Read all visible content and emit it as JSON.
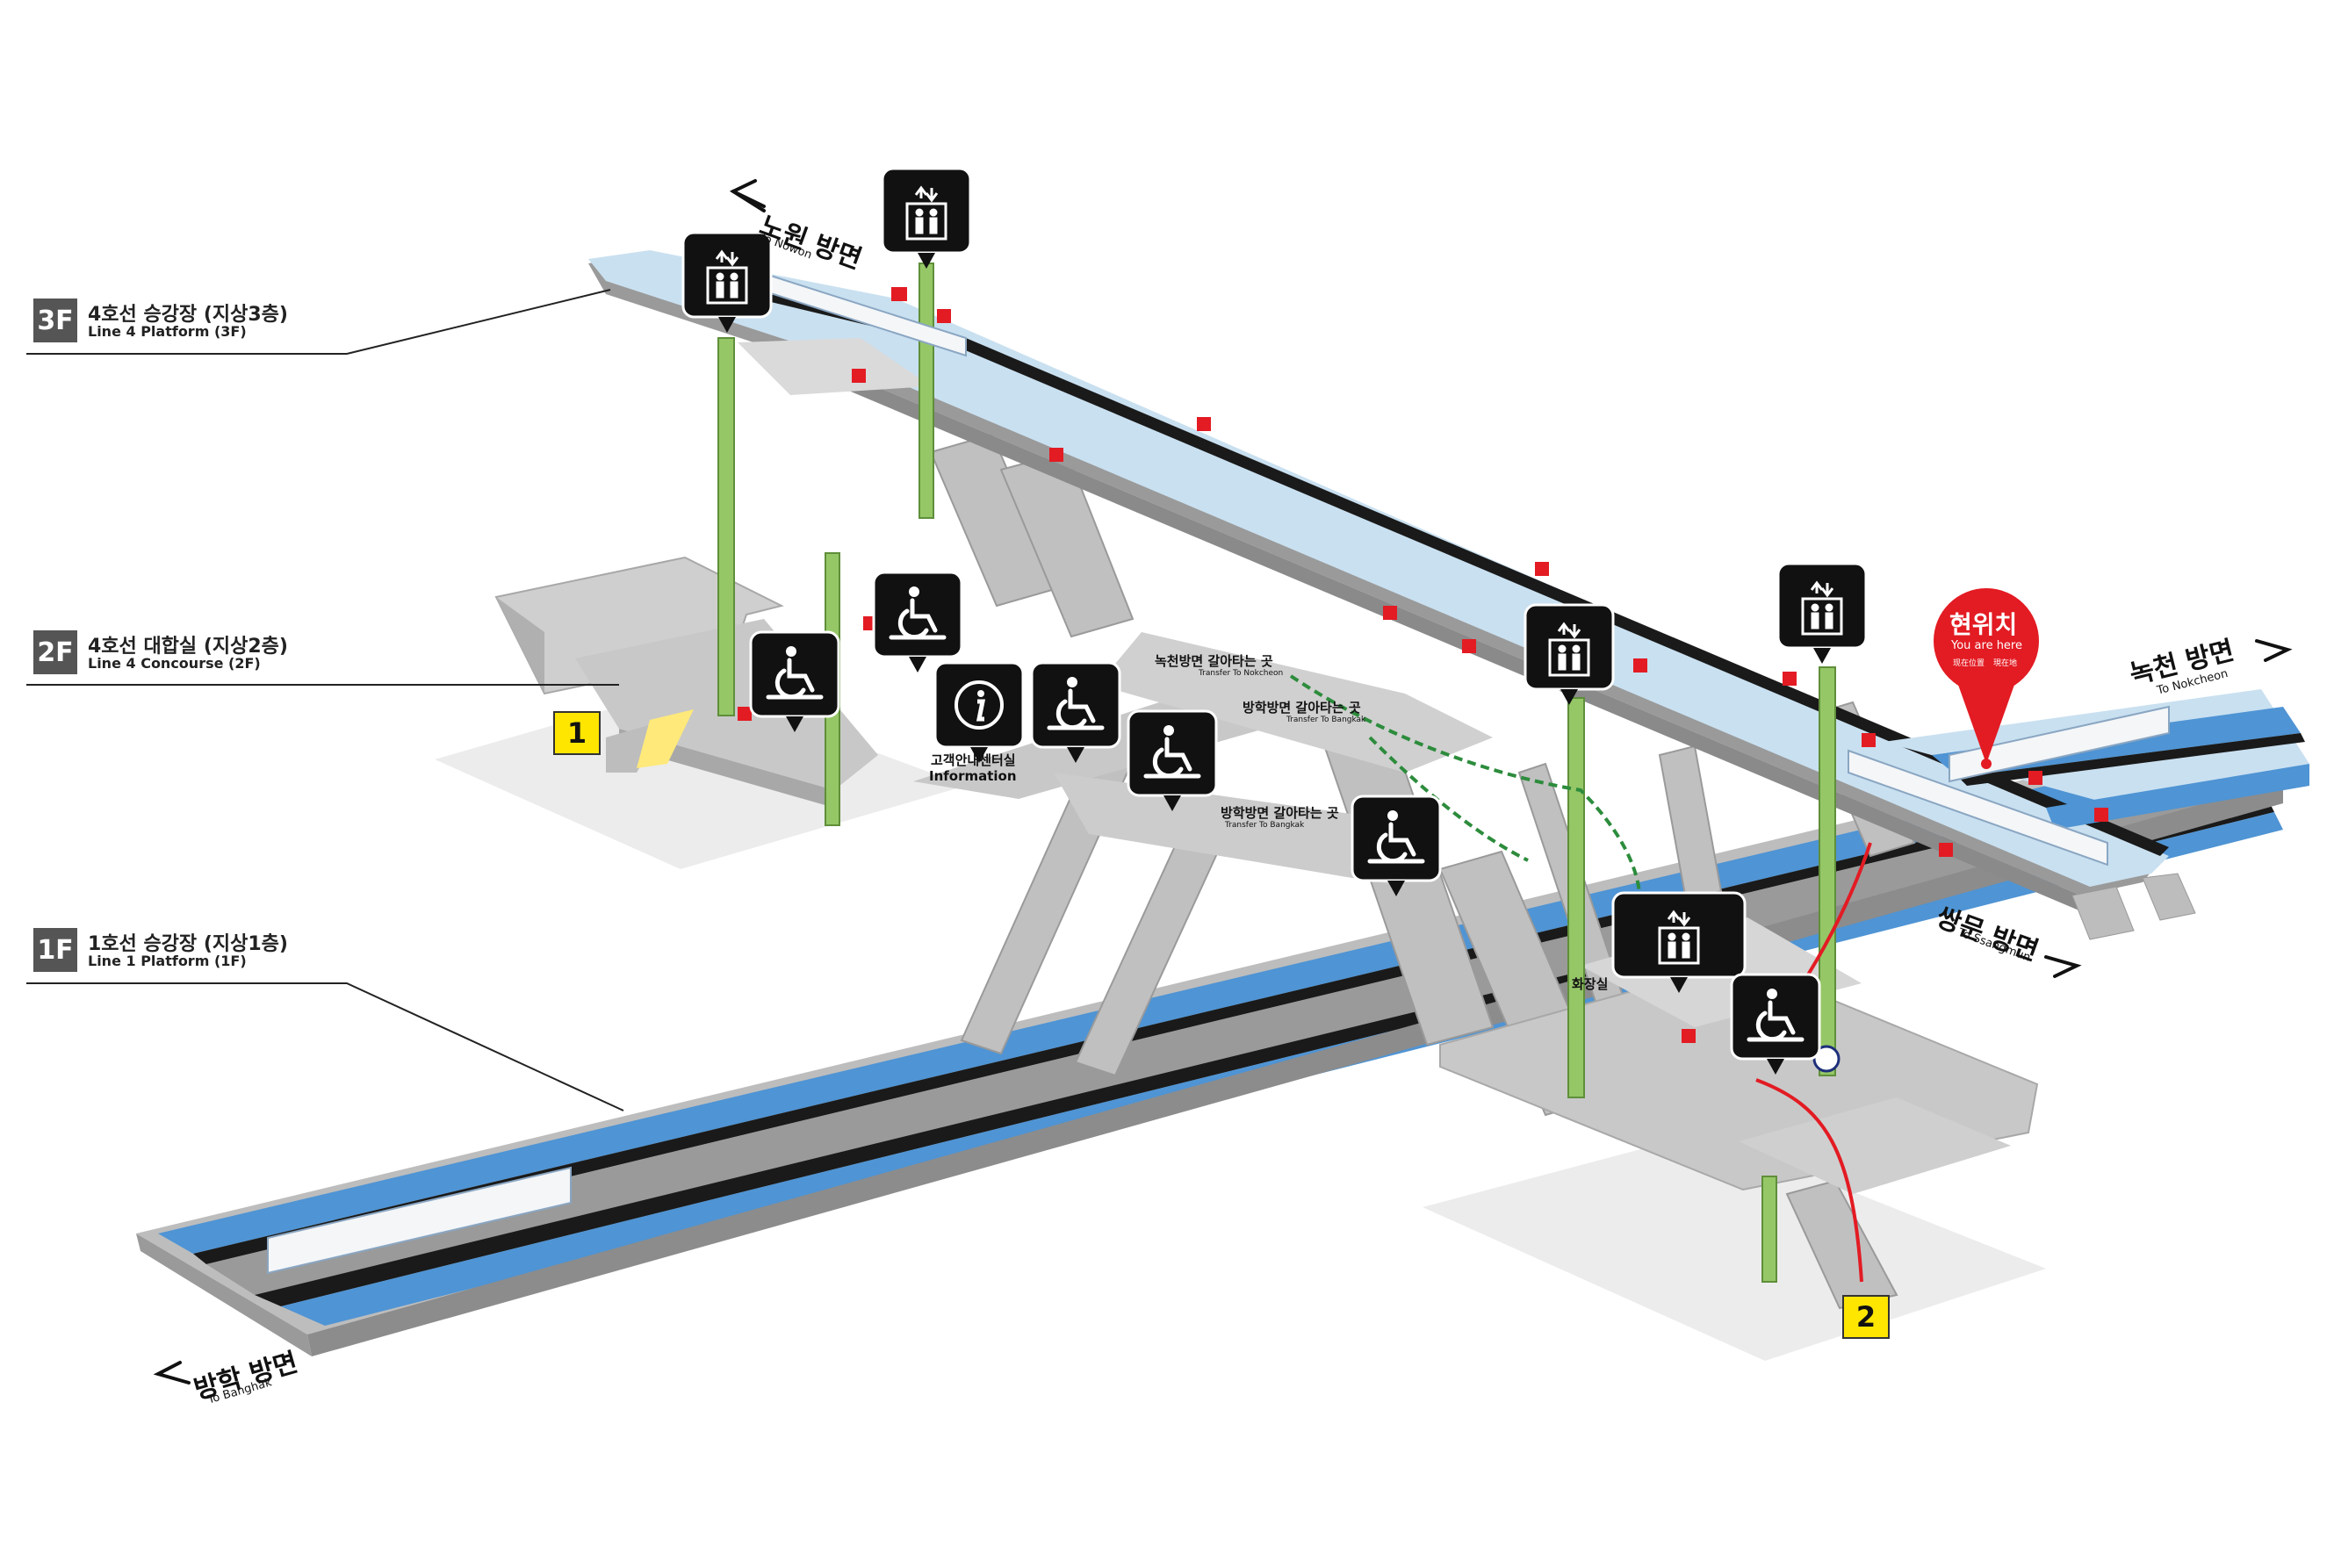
{
  "floors": [
    {
      "code": "3F",
      "name": "4호선 승강장 (지상3층)",
      "sub": "Line 4  Platform (3F)"
    },
    {
      "code": "2F",
      "name": "4호선 대합실 (지상2층)",
      "sub": "Line 4  Concourse (2F)"
    },
    {
      "code": "1F",
      "name": "1호선 승강장 (지상1층)",
      "sub": "Line 1  Platform (1F)"
    }
  ],
  "directions": {
    "nowon": {
      "ko": "노원 방면",
      "en": "To Nowon"
    },
    "nokcheon": {
      "ko": "녹천 방면",
      "en": "To Nokcheon"
    },
    "ssangmun": {
      "ko": "쌍문 방면",
      "en": "To Ssangmun"
    },
    "banghak": {
      "ko": "방학 방면",
      "en": "To Banghak"
    }
  },
  "you_are_here": {
    "ko": "현위치",
    "en": "You are here",
    "zh": "现在位置",
    "ja": "現在地"
  },
  "exits": [
    "1",
    "2"
  ],
  "transfers": [
    {
      "ko": "녹천방면 갈아타는 곳",
      "en": "Transfer To Nokcheon"
    },
    {
      "ko": "방학방면 갈아타는 곳",
      "en": "Transfer To Bangkak"
    },
    {
      "ko": "방학방면 갈아타는 곳",
      "en": "Transfer To Bangkak"
    }
  ],
  "info_center": {
    "ko": "고객안내센터실",
    "en": "Information"
  },
  "restroom": {
    "ko": "화장실"
  },
  "markers": [
    {
      "icon": "elevator-icon"
    },
    {
      "icon": "elevator-icon"
    },
    {
      "icon": "elevator-icon"
    },
    {
      "icon": "wheelchair-lift-icon"
    },
    {
      "icon": "wheelchair-icon"
    },
    {
      "icon": "information-icon"
    },
    {
      "icon": "wheelchair-icon"
    },
    {
      "icon": "wheelchair-icon"
    },
    {
      "icon": "wheelchair-icon"
    },
    {
      "icon": "elevator-icon"
    },
    {
      "icon": "elevator-icon"
    },
    {
      "icon": "accessible-restroom-icon"
    },
    {
      "icon": "elevator-icon"
    }
  ],
  "colors": {
    "platform_blue": "#c9e0f0",
    "track_blue": "#4f94d4",
    "structure_gray": "#c8c8c8",
    "elevator_green": "#95c767",
    "here_red": "#e31b23",
    "exit_yellow": "#ffe600",
    "marker_black": "#111111"
  }
}
